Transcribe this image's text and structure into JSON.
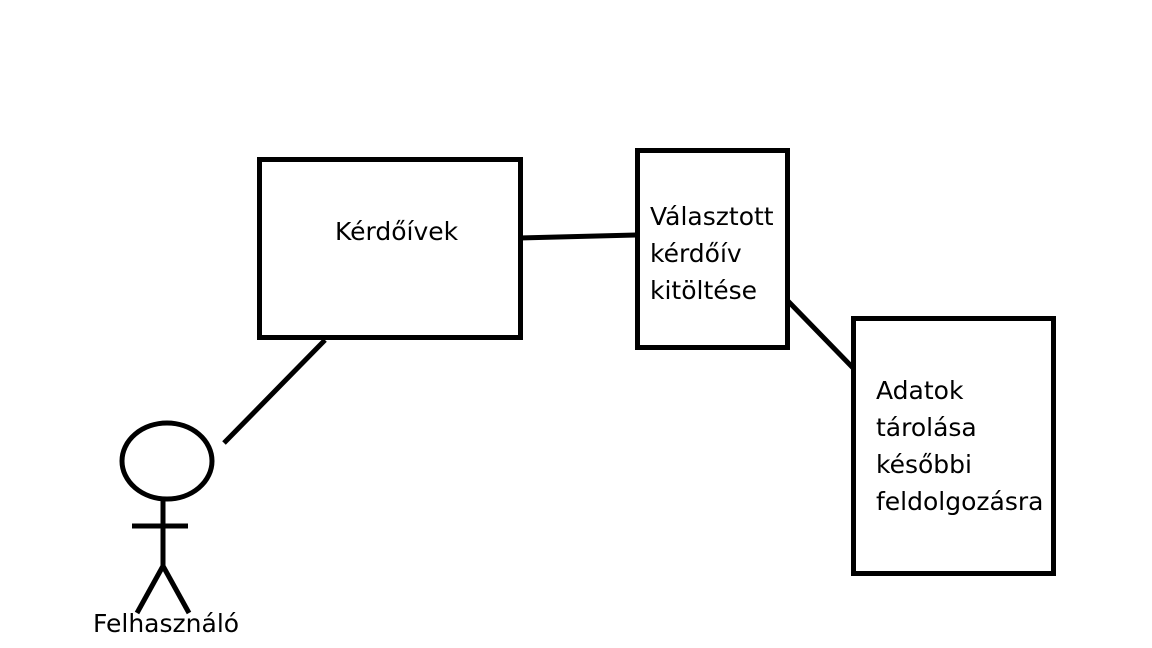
{
  "diagram": {
    "actor": {
      "label": "Felhasználó"
    },
    "nodes": [
      {
        "id": "kerdoivek",
        "lines": [
          "Kérdőívek"
        ]
      },
      {
        "id": "valasztott",
        "lines": [
          "Választott",
          "kérdőív",
          "kitöltése"
        ]
      },
      {
        "id": "adatok",
        "lines": [
          "Adatok",
          "tárolása",
          "későbbi",
          "feldolgozásra"
        ]
      }
    ],
    "connections": [
      {
        "from": "actor",
        "to": "kerdoivek"
      },
      {
        "from": "kerdoivek",
        "to": "valasztott"
      },
      {
        "from": "valasztott",
        "to": "adatok"
      }
    ],
    "colors": {
      "stroke": "#000000",
      "background": "#ffffff"
    }
  }
}
